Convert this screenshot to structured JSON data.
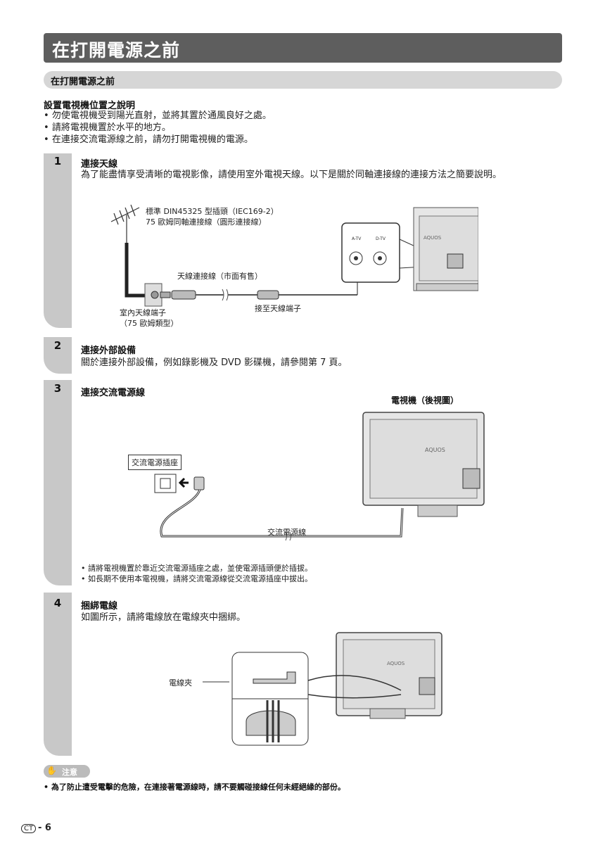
{
  "page": {
    "title": "在打開電源之前",
    "section": "在打開電源之前",
    "page_prefix": "CT",
    "page_number": "6"
  },
  "placement": {
    "heading": "設置電視機位置之說明",
    "bullets": [
      "勿使電視機受到陽光直射，並將其置於通風良好之處。",
      "請將電視機置於水平的地方。",
      "在連接交流電源線之前，請勿打開電視機的電源。"
    ]
  },
  "steps": [
    {
      "number": "1",
      "title": "連接天線",
      "body": "為了能盡情享受清晰的電視影像，請使用室外電視天線。以下是關於同軸連接線的連接方法之簡要說明。",
      "labels": {
        "plug": "標準 DIN45325 型插頭（IEC169-2）",
        "coax": "75 歐姆同軸連接線（圓形連接線）",
        "antenna_cable": "天線連接線（市面有售）",
        "to_terminal": "接至天線端子",
        "indoor_terminal": "室內天線端子",
        "indoor_terminal_type": "（75 歐姆類型）",
        "atv": "A-TV",
        "dtv": "D-TV",
        "brand": "AQUOS"
      }
    },
    {
      "number": "2",
      "title": "連接外部設備",
      "body": "關於連接外部設備，例如錄影機及 DVD 影碟機，請參閱第 7 頁。"
    },
    {
      "number": "3",
      "title": "連接交流電源線",
      "labels": {
        "rear_view": "電視機（後視圖）",
        "outlet": "交流電源插座",
        "power_cord": "交流電源線",
        "brand": "AQUOS"
      },
      "bullets": [
        "請將電視機置於靠近交流電源插座之處，並使電源插頭便於插拔。",
        "如長期不使用本電視機，請將交流電源線從交流電源插座中拔出。"
      ]
    },
    {
      "number": "4",
      "title": "捆綁電線",
      "body": "如圖所示，請將電線放在電線夾中捆綁。",
      "labels": {
        "clamp": "電線夾",
        "brand": "AQUOS"
      }
    }
  ],
  "caution": {
    "label": "注意",
    "text": "為了防止遭受電擊的危險，在連接著電源線時，請不要觸碰接線任何未經絕緣的部份。"
  }
}
